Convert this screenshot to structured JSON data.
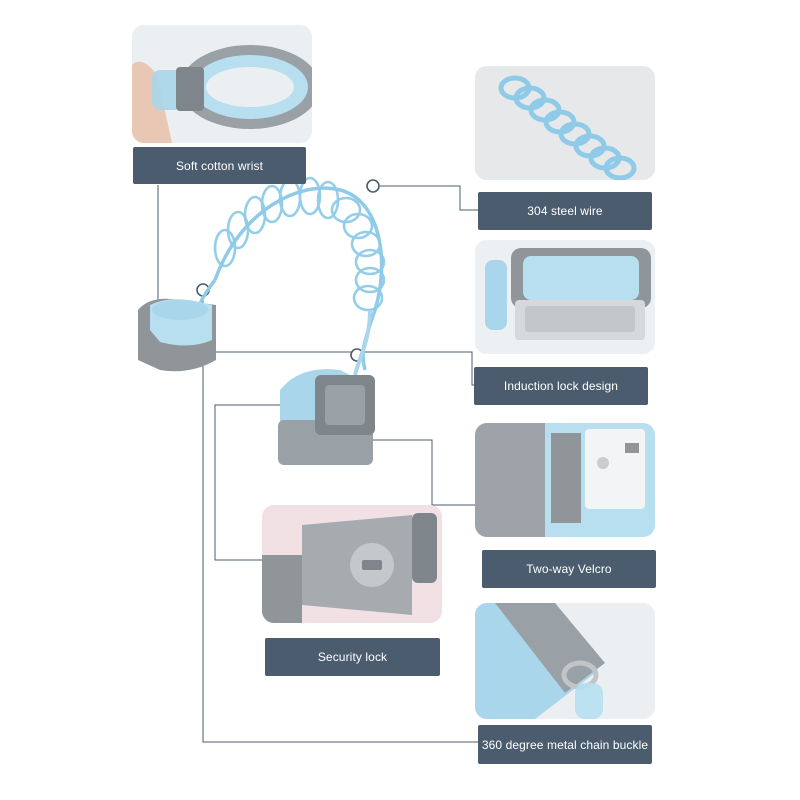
{
  "labels": {
    "soft_cotton_wrist": "Soft cotton wrist",
    "steel_wire": "304 steel wire",
    "induction_lock": "Induction lock design",
    "two_way_velcro": "Two-way Velcro",
    "security_lock": "Security lock",
    "metal_chain_buckle": "360 degree metal chain buckle"
  },
  "colors": {
    "label_bg": "#4b5c6e",
    "label_text": "#ffffff",
    "strap_blue": "#a9d6ea",
    "coil_blue": "#8fcbe8",
    "strap_gray": "#8f9599",
    "leader_line": "#4b5c6e"
  }
}
